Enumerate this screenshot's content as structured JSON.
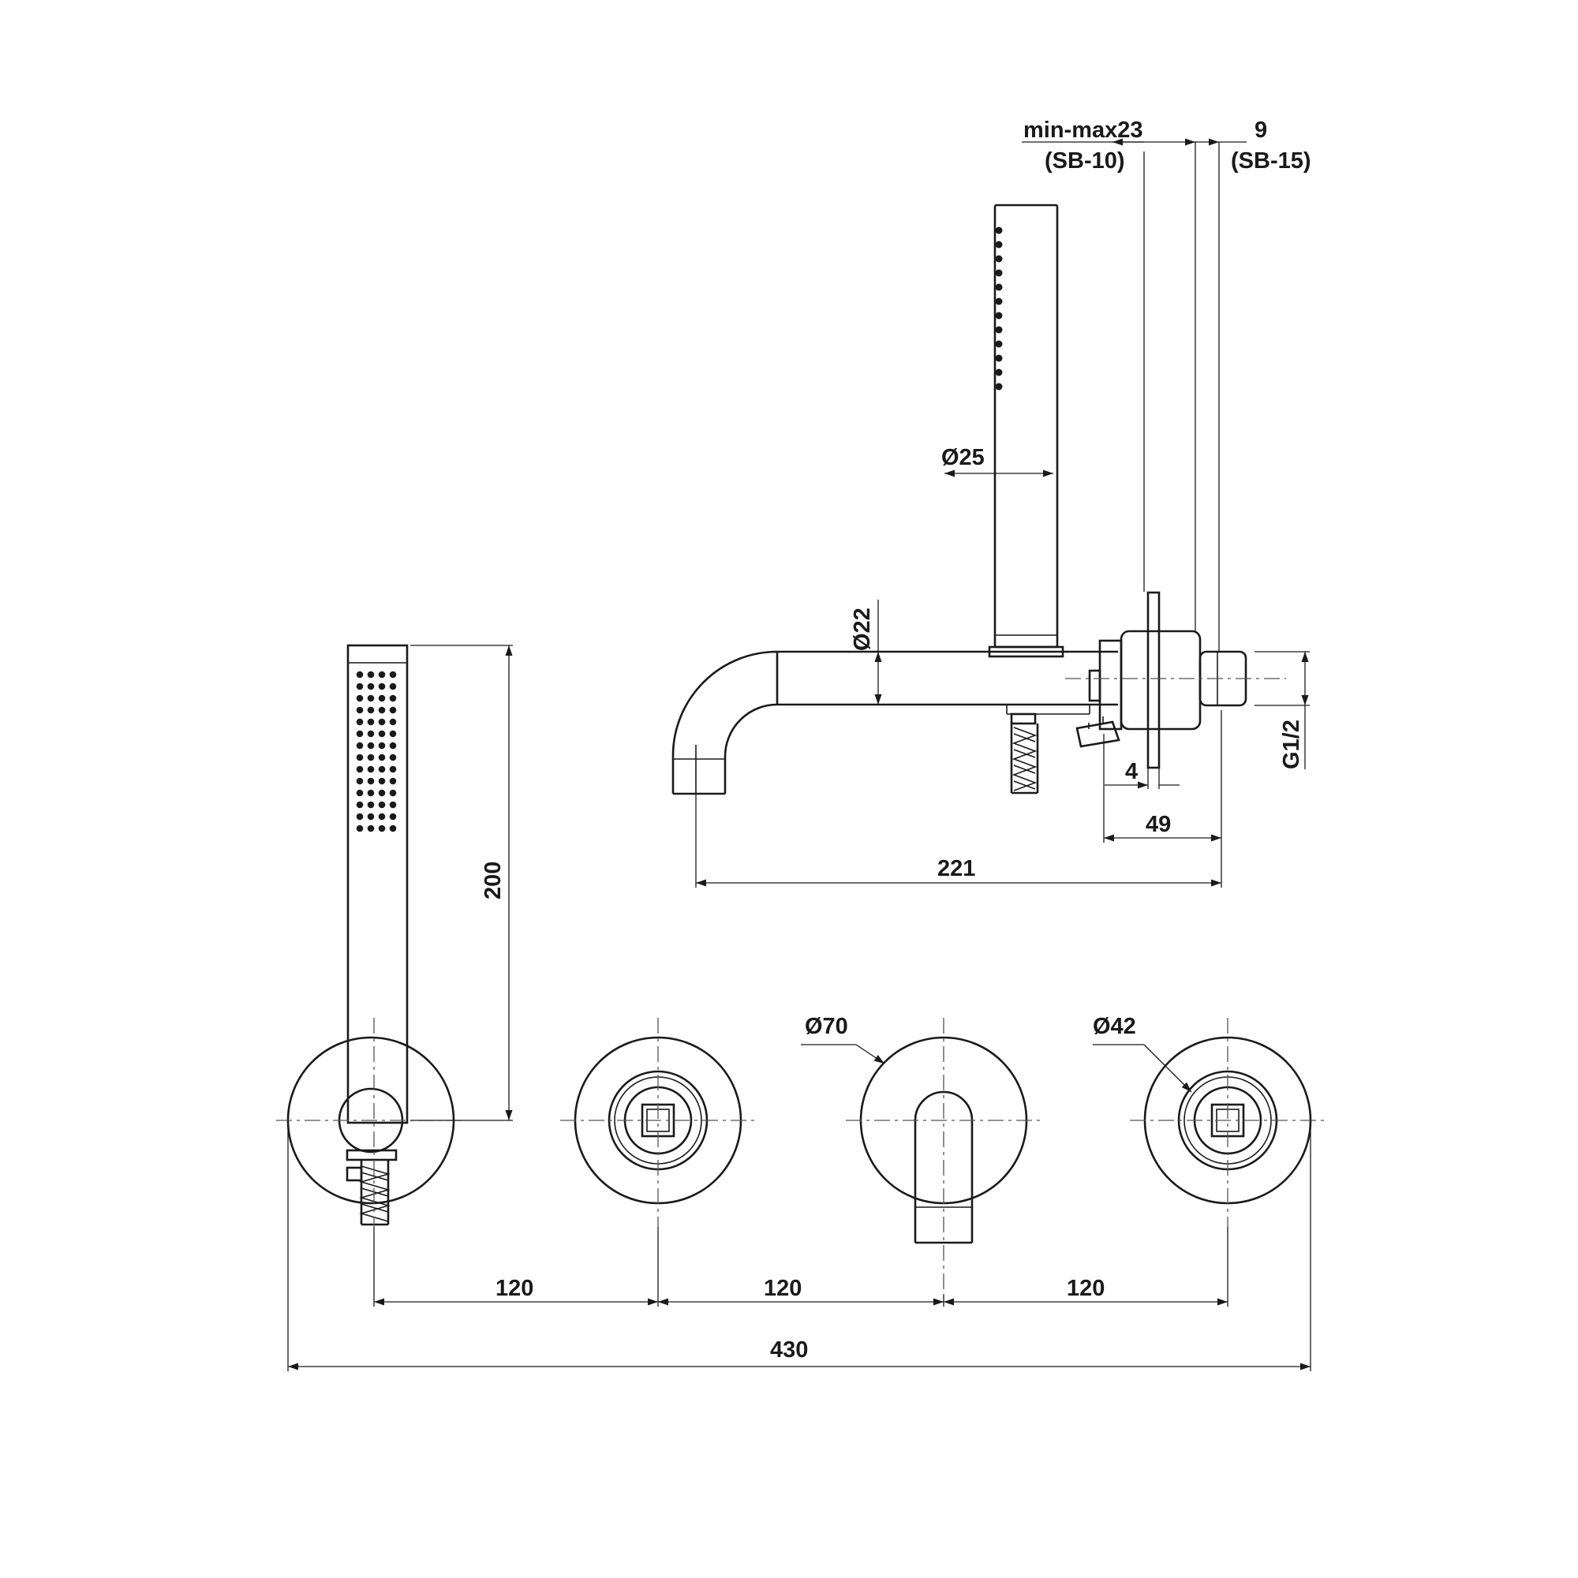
{
  "dimensions": {
    "min_max": "min-max23",
    "sb10": "(SB-10)",
    "nine": "9",
    "sb15": "(SB-15)",
    "d25": "Ø25",
    "d22": "Ø22",
    "g12": "G1/2",
    "four": "4",
    "fortynine": "49",
    "d221": "221",
    "d200": "200",
    "d70": "Ø70",
    "d42": "Ø42",
    "s1": "120",
    "s2": "120",
    "s3": "120",
    "d430": "430"
  }
}
